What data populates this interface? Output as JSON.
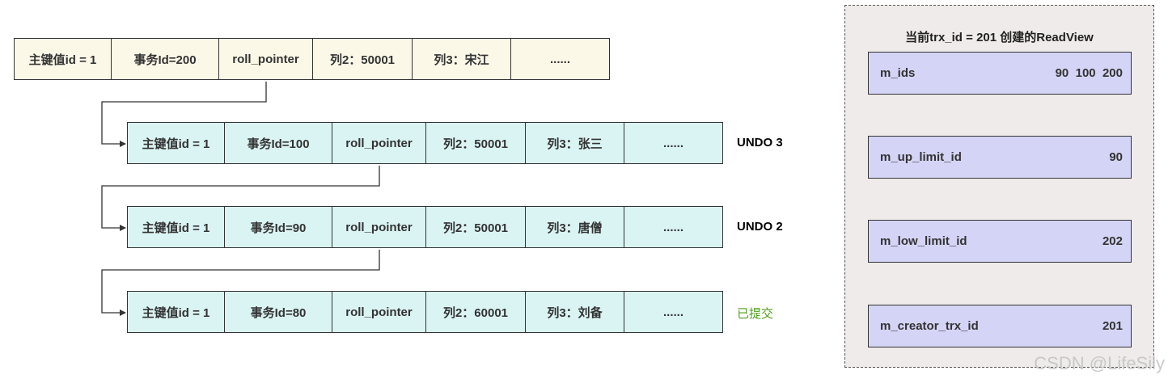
{
  "version_chain": [
    {
      "cells": [
        "主键值id = 1",
        "事务Id=200",
        "roll_pointer",
        "列2：50001",
        "列3：宋江",
        "......"
      ],
      "label": ""
    },
    {
      "cells": [
        "主键值id = 1",
        "事务Id=100",
        "roll_pointer",
        "列2：50001",
        "列3：张三",
        "......"
      ],
      "label": "UNDO 3"
    },
    {
      "cells": [
        "主键值id = 1",
        "事务Id=90",
        "roll_pointer",
        "列2：50001",
        "列3：唐僧",
        "......"
      ],
      "label": "UNDO 2"
    },
    {
      "cells": [
        "主键值id = 1",
        "事务Id=80",
        "roll_pointer",
        "列2：60001",
        "列3：刘备",
        "......"
      ],
      "label": "已提交"
    }
  ],
  "read_view": {
    "title": "当前trx_id = 201 创建的ReadView",
    "fields": [
      {
        "name": "m_ids",
        "value": "90  100  200"
      },
      {
        "name": "m_up_limit_id",
        "value": "90"
      },
      {
        "name": "m_low_limit_id",
        "value": "202"
      },
      {
        "name": "m_creator_trx_id",
        "value": "201"
      }
    ]
  },
  "watermark": "CSDN @LifeSily",
  "colors": {
    "current_row_fill": "#fcf8e8",
    "undo_row_fill": "#daf3f3",
    "readview_panel_fill": "#efebea",
    "readview_field_fill": "#d4d4f6",
    "committed_label": "#4d9e1c"
  }
}
